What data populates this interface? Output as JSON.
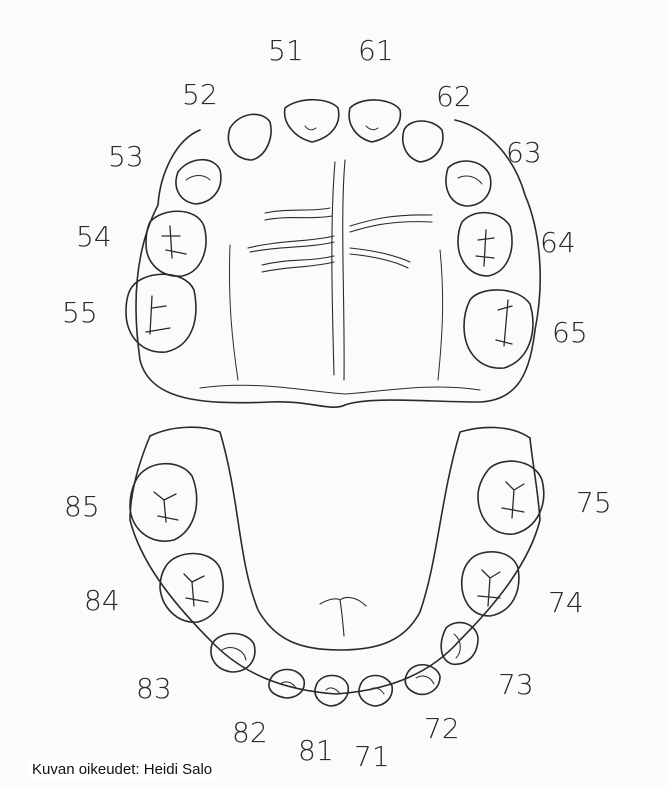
{
  "diagram": {
    "upper_teeth": [
      {
        "label": "51"
      },
      {
        "label": "52"
      },
      {
        "label": "53"
      },
      {
        "label": "54"
      },
      {
        "label": "55"
      },
      {
        "label": "61"
      },
      {
        "label": "62"
      },
      {
        "label": "63"
      },
      {
        "label": "64"
      },
      {
        "label": "65"
      }
    ],
    "lower_teeth": [
      {
        "label": "71"
      },
      {
        "label": "72"
      },
      {
        "label": "73"
      },
      {
        "label": "74"
      },
      {
        "label": "75"
      },
      {
        "label": "81"
      },
      {
        "label": "82"
      },
      {
        "label": "83"
      },
      {
        "label": "84"
      },
      {
        "label": "85"
      }
    ]
  },
  "credit": "Kuvan oikeudet: Heidi Salo",
  "colors": {
    "ink": "#2a2a2a",
    "paper": "#fbfbf9"
  }
}
